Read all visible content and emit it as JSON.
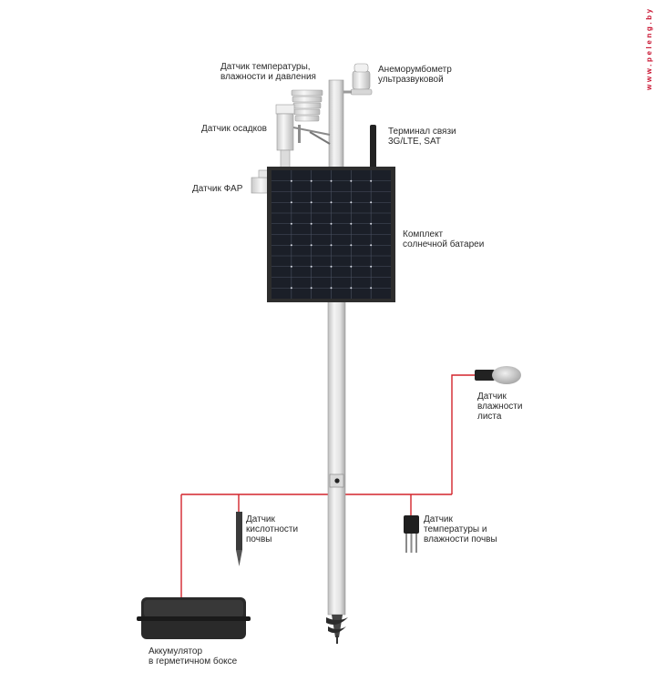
{
  "watermark": "www.peleng.by",
  "colors": {
    "wire": "#d3242c",
    "panel": "#1b1f28",
    "pole": "#e6e6e6",
    "text": "#2a2a2a"
  },
  "labels": {
    "temp_humidity_pressure": [
      "Датчик температуры,",
      "влажности и давления"
    ],
    "anemorumbometer": [
      "Анеморумбометр",
      "ультразвуковой"
    ],
    "precipitation": [
      "Датчик осадков"
    ],
    "terminal": [
      "Терминал связи",
      "3G/LTE, SAT"
    ],
    "par_sensor": [
      "Датчик ФАР"
    ],
    "solar_kit": [
      "Комплект",
      "солнечной батареи"
    ],
    "leaf_wetness": [
      "Датчик",
      "влажности",
      "листа"
    ],
    "soil_acidity": [
      "Датчик",
      "кислотности",
      "почвы"
    ],
    "soil_temp_moisture": [
      "Датчик",
      "температуры и",
      "влажности почвы"
    ],
    "battery": [
      "Аккумулятор",
      "в герметичном боксе"
    ]
  }
}
